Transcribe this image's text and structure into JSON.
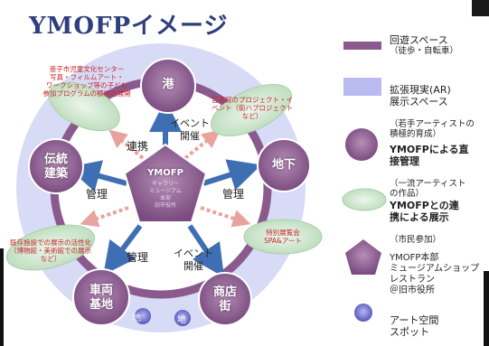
{
  "title": "YMOFPイメージ",
  "colors": {
    "loop": "#8a5a8f",
    "ar_zone": "#c5c6ef",
    "node": "#8c5a8e",
    "oval": "#cfe7cf",
    "arrow_blue": "#3f6fb3",
    "arrow_red": "#e8a39e",
    "accent_text": "#c8262b"
  },
  "nodes": {
    "port": "港",
    "underground": "地下",
    "shopping": "商店\n街",
    "vehicle": "車両\n基地",
    "traditional": "伝統\n建築"
  },
  "hub": {
    "title": "YMOFP",
    "lines": [
      "ギャラリー",
      "ミュージアム",
      "本部",
      "旧市役所"
    ]
  },
  "ovals": {
    "top_left": "芸術館のプロジェクト・イベント（街ハプロジェクトなど）",
    "right": "特別展覧会\nSPA&アート",
    "left": "既存施設での展示の活性化\n（博物館・美術館での展示など）"
  },
  "annotations": {
    "top_left_note": "亜子市児童文化センター\n写真・フィルムアート・\nワークショップ等の子ども\n参加プログラムの積極的展開"
  },
  "arrow_labels": {
    "event_top": "イベント\n開催",
    "collab": "連携",
    "manage_left": "管理",
    "manage_right": "管理",
    "manage_bottom": "管理",
    "event_bottom": "イベント\n開催"
  },
  "spots": [
    "地",
    "地"
  ],
  "legend": [
    {
      "label": "回遊スペース",
      "sub": "（徒歩・自転車）"
    },
    {
      "label": "拡張現実(AR)\n展示スペース",
      "sub": "（若手アーティストの\n積極的育成）"
    },
    {
      "label": "YMOFPによる直\n接管理",
      "sub": "（一流アーティスト\nの作品）"
    },
    {
      "label": "YMOFPとの連\n携による展示",
      "sub": "（市民参加）"
    },
    {
      "label": "YMOFP本部\nミュージアムショップ\nレストラン\n＠旧市役所",
      "sub": ""
    },
    {
      "label": "アート空間\nスポット",
      "sub": ""
    }
  ]
}
